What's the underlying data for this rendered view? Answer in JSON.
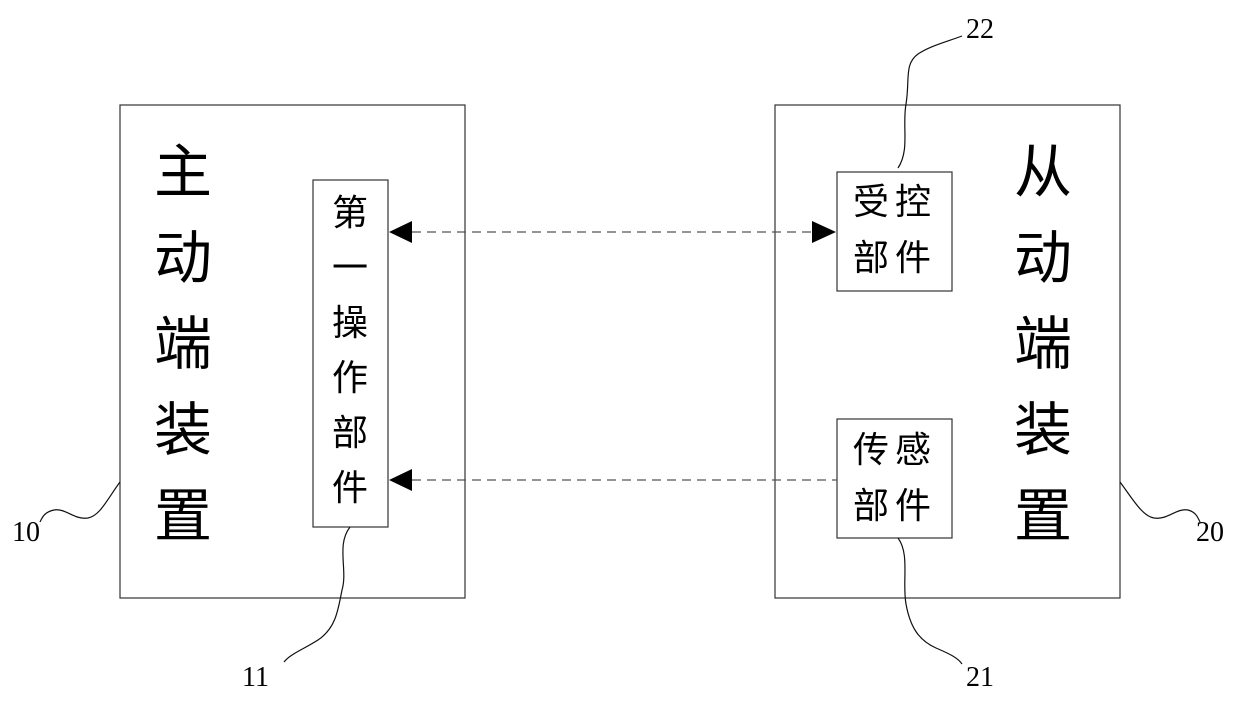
{
  "master_device": {
    "label_chars": [
      "主",
      "动",
      "端",
      "装",
      "置"
    ],
    "ref": "10"
  },
  "first_operating_part": {
    "label_chars": [
      "第",
      "一",
      "操",
      "作",
      "部",
      "件"
    ],
    "ref": "11"
  },
  "slave_device": {
    "label_chars": [
      "从",
      "动",
      "端",
      "装",
      "置"
    ],
    "ref": "20"
  },
  "controlled_part": {
    "line1": "受控",
    "line2": "部件",
    "ref": "22"
  },
  "sensing_part": {
    "line1": "传感",
    "line2": "部件",
    "ref": "21"
  }
}
